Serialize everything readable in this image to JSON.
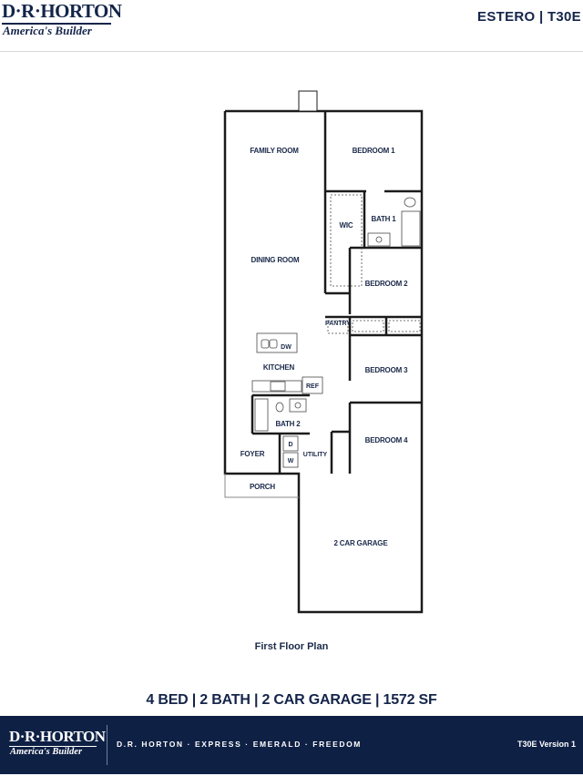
{
  "header": {
    "brand_name": "D·R·HORTON",
    "brand_tagline": "America's Builder",
    "plan_code": "ESTERO | T30E"
  },
  "floor_plan": {
    "rooms": {
      "family_room": "FAMILY ROOM",
      "bedroom1": "BEDROOM 1",
      "wic": "WIC",
      "bath1": "BATH 1",
      "dining_room": "DINING ROOM",
      "bedroom2": "BEDROOM 2",
      "pantry": "PANTRY",
      "kitchen": "KITCHEN",
      "bedroom3": "BEDROOM 3",
      "bath2": "BATH 2",
      "foyer": "FOYER",
      "utility": "UTILITY",
      "bedroom4": "BEDROOM 4",
      "porch": "PORCH",
      "garage": "2 CAR GARAGE"
    },
    "fixtures": {
      "dishwasher": "DW",
      "refrigerator": "REF",
      "washer": "W",
      "dryer": "D"
    },
    "caption": "First Floor Plan"
  },
  "specs": "4 BED | 2 BATH | 2 CAR GARAGE | 1572 SF",
  "footer": {
    "brand_name": "D·R·HORTON",
    "brand_tagline": "America's Builder",
    "brands": "D.R. HORTON · EXPRESS · EMERALD · FREEDOM",
    "version": "T30E Version 1"
  },
  "colors": {
    "navy": "#0f2045",
    "wall": "#1b1b1b"
  }
}
